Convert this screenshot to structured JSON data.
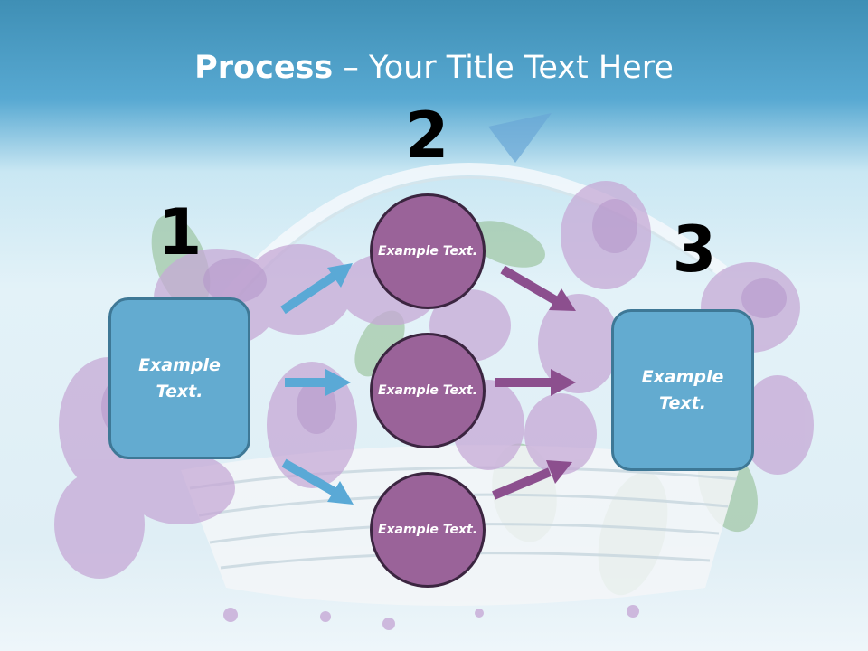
{
  "title": {
    "bold": "Process",
    "rest": " – Your Title Text Here"
  },
  "steps": [
    {
      "number": "1",
      "text": "Example Text."
    },
    {
      "number": "2",
      "items": [
        "Example Text.",
        "Example Text.",
        "Example Text."
      ]
    },
    {
      "number": "3",
      "text": "Example Text."
    }
  ],
  "colors": {
    "box_fill": "#63abd0",
    "box_border": "#3e7896",
    "circle_fill": "#9a6399",
    "circle_border": "#3b2540",
    "arrow_blue": "#5aa9d6",
    "arrow_purple": "#8c4f8e"
  }
}
